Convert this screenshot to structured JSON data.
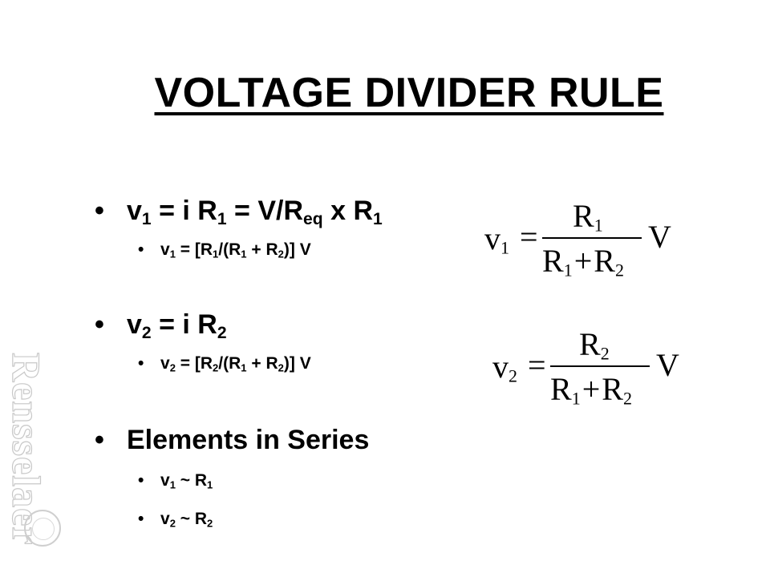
{
  "slide": {
    "title": "VOLTAGE DIVIDER RULE",
    "bullet_glyph": "•",
    "bullets": [
      {
        "main": "v",
        "main_sub": "1",
        "rest": " = i R",
        "rest_sub": "1",
        "tail": " = V/R",
        "tail_sub": "eq",
        "end": " x R",
        "end_sub": "1"
      },
      {
        "sub_line": [
          "v",
          "1",
          " = [R",
          "1",
          "/(R",
          "1",
          " + R",
          "2",
          ")] V"
        ]
      },
      {
        "main": "v",
        "main_sub": "2",
        "rest": " = i R",
        "rest_sub": "2"
      },
      {
        "sub_line": [
          "v",
          "2",
          " = [R",
          "2",
          "/(R",
          "1",
          " + R",
          "2",
          ")] V"
        ]
      },
      {
        "main": "Elements in Series"
      },
      {
        "sub_line": [
          "v",
          "1",
          " ~ R",
          "1"
        ]
      },
      {
        "sub_line": [
          "v",
          "2",
          " ~ R",
          "2"
        ]
      }
    ]
  },
  "equations": [
    {
      "lhs": "v",
      "lhs_sub": "1",
      "equals": "=",
      "num": "R",
      "num_sub": "1",
      "den_a": "R",
      "den_a_sub": "1",
      "plus": "+",
      "den_b": "R",
      "den_b_sub": "2",
      "rhs": "V"
    },
    {
      "lhs": "v",
      "lhs_sub": "2",
      "equals": "=",
      "num": "R",
      "num_sub": "2",
      "den_a": "R",
      "den_a_sub": "1",
      "plus": "+",
      "den_b": "R",
      "den_b_sub": "2",
      "rhs": "V"
    }
  ],
  "watermark": {
    "text": "Rensselaer"
  }
}
